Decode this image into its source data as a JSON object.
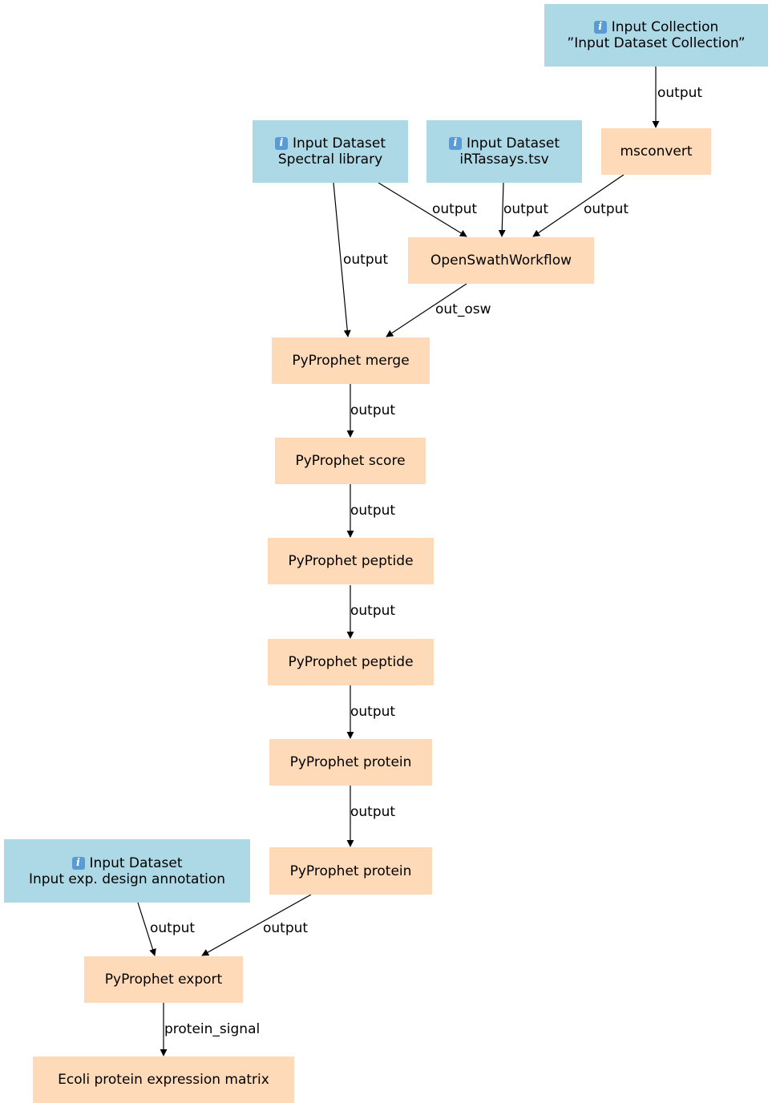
{
  "nodes": {
    "input_collection": {
      "kind": "Input Collection",
      "name": "”Input Dataset Collection”",
      "icon": "info-icon"
    },
    "spectral_library": {
      "kind": "Input Dataset",
      "name": "Spectral library",
      "icon": "info-icon"
    },
    "irt_assays": {
      "kind": "Input Dataset",
      "name": "iRTassays.tsv",
      "icon": "info-icon"
    },
    "msconvert": {
      "label": "msconvert"
    },
    "openswath": {
      "label": "OpenSwathWorkflow"
    },
    "pyprophet_merge": {
      "label": "PyProphet merge"
    },
    "pyprophet_score": {
      "label": "PyProphet score"
    },
    "pyprophet_peptide_1": {
      "label": "PyProphet peptide"
    },
    "pyprophet_peptide_2": {
      "label": "PyProphet peptide"
    },
    "pyprophet_protein_1": {
      "label": "PyProphet protein"
    },
    "pyprophet_protein_2": {
      "label": "PyProphet protein"
    },
    "exp_design": {
      "kind": "Input Dataset",
      "name": "Input exp. design annotation",
      "icon": "info-icon"
    },
    "pyprophet_export": {
      "label": "PyProphet export"
    },
    "ecoli_matrix": {
      "label": "Ecoli protein expression matrix"
    }
  },
  "edges": {
    "collection_to_msconvert": "output",
    "spectral_to_openswath": "output",
    "irt_to_openswath": "output",
    "msconvert_to_openswath": "output",
    "spectral_to_merge": "output",
    "openswath_to_merge": "out_osw",
    "merge_to_score": "output",
    "score_to_peptide1": "output",
    "peptide1_to_peptide2": "output",
    "peptide2_to_protein1": "output",
    "protein1_to_protein2": "output",
    "expdesign_to_export": "output",
    "protein2_to_export": "output",
    "export_to_matrix": "protein_signal"
  },
  "colors": {
    "input_node": "#add8e6",
    "tool_node": "#ffdab9",
    "edge": "#000000",
    "info_icon": "#5b9bd5"
  }
}
